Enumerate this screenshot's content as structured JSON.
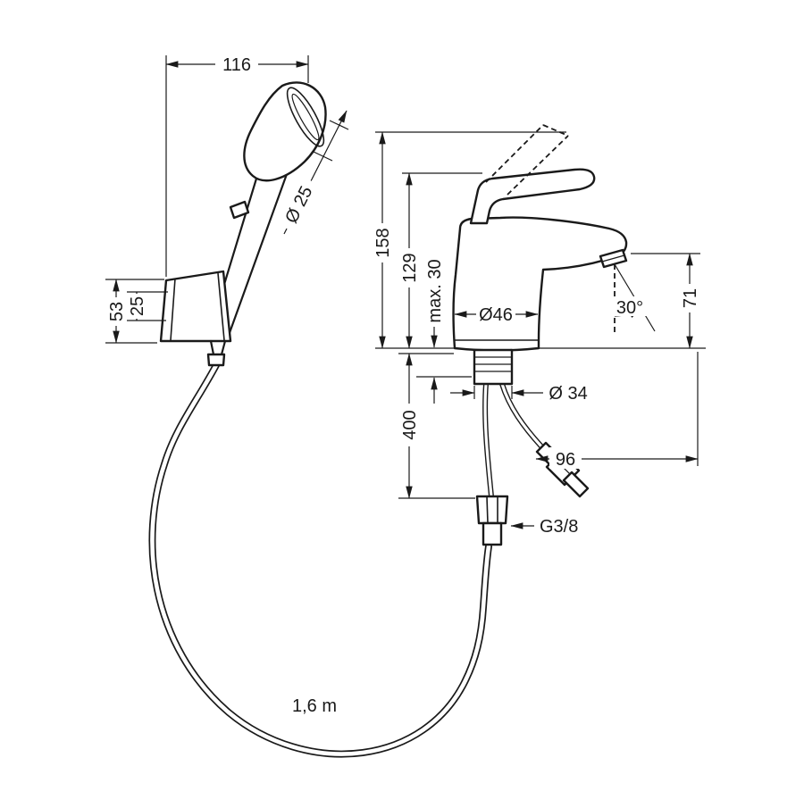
{
  "drawing": {
    "type": "technical-dimension-drawing",
    "subject": "single-lever basin mixer with hand shower, holder and flexible hose",
    "colors": {
      "line": "#1a1a1a",
      "background": "#ffffff"
    }
  },
  "dimensions": {
    "handshower_width": "116",
    "handshower_face_diameter": "Ø 25",
    "holder_height": "53",
    "holder_inner": "25",
    "faucet_total_height": "158",
    "faucet_handle_height": "129",
    "max_mounting_thickness": "max. 30",
    "base_diameter": "Ø46",
    "spout_angle": "30°",
    "spout_height": "71",
    "mounting_hole_diameter": "Ø 34",
    "hose_connection_length": "400",
    "connector_projection": "96",
    "thread_size": "G3/8",
    "hose_length": "1,6 m"
  }
}
